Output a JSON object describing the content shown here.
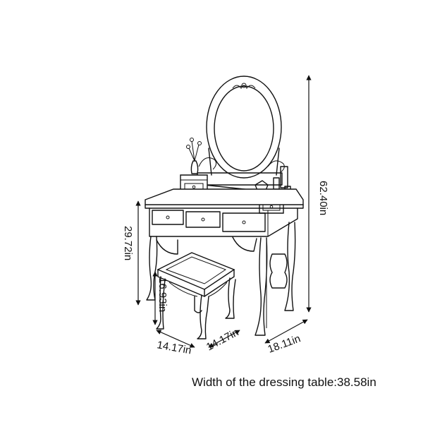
{
  "dimensions": {
    "total_height": "62.40in",
    "table_height": "29.72in",
    "stool_height": "16.93in",
    "stool_width": "14.17in",
    "stool_depth": "14.17in",
    "table_depth": "18.11in"
  },
  "caption": "Width of the dressing table:38.58in"
}
